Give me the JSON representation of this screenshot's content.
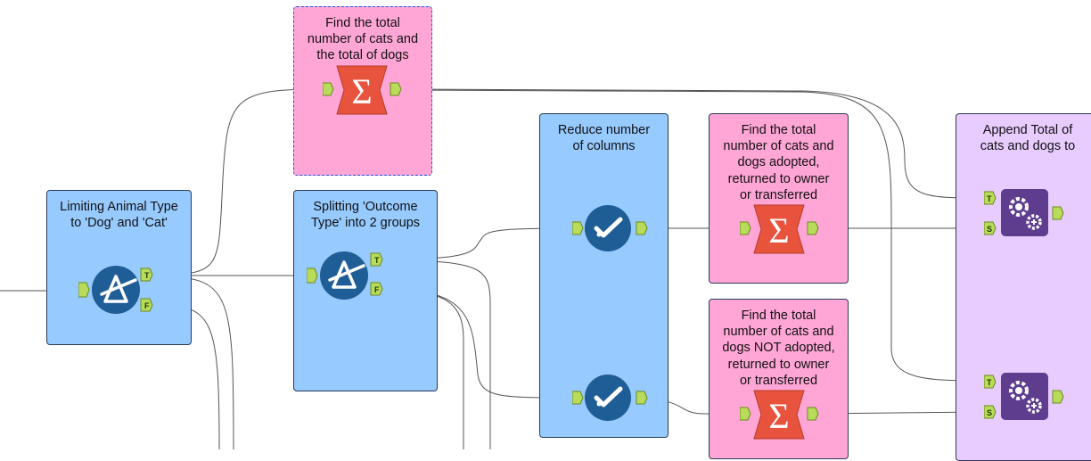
{
  "canvas": {
    "containers": {
      "filter_animal_type": {
        "title": "Limiting Animal Type\nto 'Dog' and 'Cat'"
      },
      "split_outcome": {
        "title": "Splitting 'Outcome\nType' into 2 groups"
      },
      "total_cats_dogs": {
        "title": "Find the total\nnumber of cats and\nthe total of dogs"
      },
      "reduce_columns": {
        "title": "Reduce number\nof columns"
      },
      "total_adopted": {
        "title": "Find the total\nnumber of cats and\ndogs adopted,\nreturned to owner\nor transferred"
      },
      "total_not_adopted": {
        "title": "Find the total\nnumber of cats and\ndogs NOT adopted,\nreturned to owner\nor transferred"
      },
      "append_totals": {
        "title": "Append Total of\ncats and dogs to"
      }
    },
    "anchor_labels": {
      "true": "T",
      "false": "F",
      "target": "T",
      "source": "S"
    },
    "colors": {
      "blue_container": "#97caff",
      "pink_container": "#ffa6d6",
      "purple_container": "#e8ccff",
      "filter_tool": "#1f5d96",
      "summarize_tool": "#e8533e",
      "append_tool": "#5e3d8f",
      "anchor": "#b8db5a"
    },
    "tools": {
      "filter": "filter-icon",
      "select": "select-icon",
      "summarize": "summarize-icon",
      "append": "append-fields-icon"
    }
  }
}
